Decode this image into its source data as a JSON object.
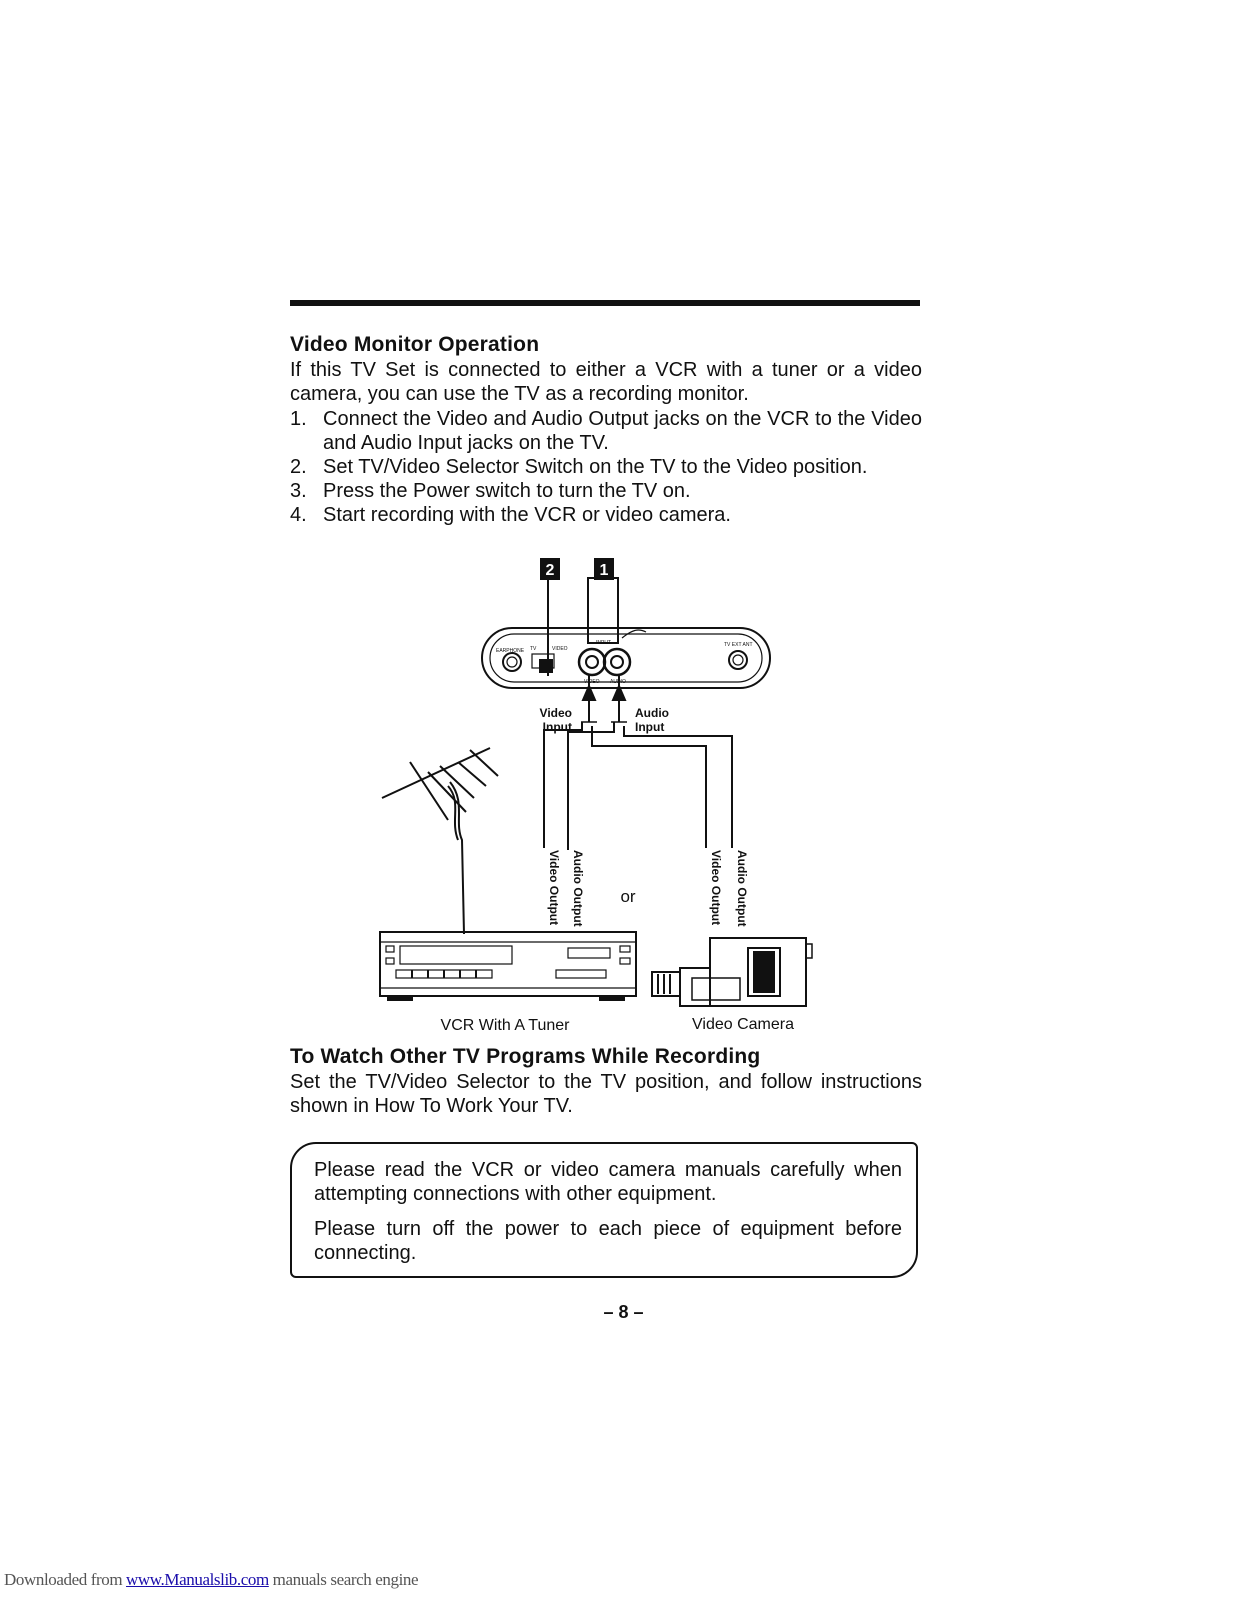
{
  "section1": {
    "title": "Video Monitor Operation",
    "intro": "If this TV Set is connected to either a VCR with a tuner or a video camera, you can use the TV as a recording monitor.",
    "steps": [
      {
        "num": "1.",
        "text": "Connect the Video and Audio Output jacks on the VCR to the Video and Audio Input jacks on the TV."
      },
      {
        "num": "2.",
        "text": "Set TV/Video Selector Switch on the TV to the Video position."
      },
      {
        "num": "3.",
        "text": "Press the Power switch to turn the TV on."
      },
      {
        "num": "4.",
        "text": "Start recording with the VCR or video camera."
      }
    ]
  },
  "diagram": {
    "callouts": [
      "2",
      "1"
    ],
    "panel_labels": {
      "earphone": "EARPHONE",
      "tv": "TV",
      "video_switch": "VIDEO",
      "input": "INPUT",
      "video_jack": "VIDEO",
      "audio_jack": "AUDIO",
      "ext_ant": "TV EXT ANT"
    },
    "video_input": [
      "Video",
      "Input"
    ],
    "audio_input": [
      "Audio",
      "Input"
    ],
    "video_output": "Video Output",
    "audio_output": "Audio Output",
    "or": "or",
    "vcr_caption": "VCR With A Tuner",
    "camera_caption": "Video Camera"
  },
  "section2": {
    "title": "To Watch Other TV Programs While Recording",
    "text": "Set the TV/Video Selector to the TV position, and follow instructions shown in How To Work Your TV."
  },
  "notice": [
    "Please read the VCR or video camera manuals carefully when attempting connections with other equipment.",
    "Please turn off the power to each piece of equipment before connecting."
  ],
  "page_number": "– 8 –",
  "footer": {
    "prefix": "Downloaded from ",
    "link": "www.Manualslib.com",
    "suffix": " manuals search engine"
  }
}
